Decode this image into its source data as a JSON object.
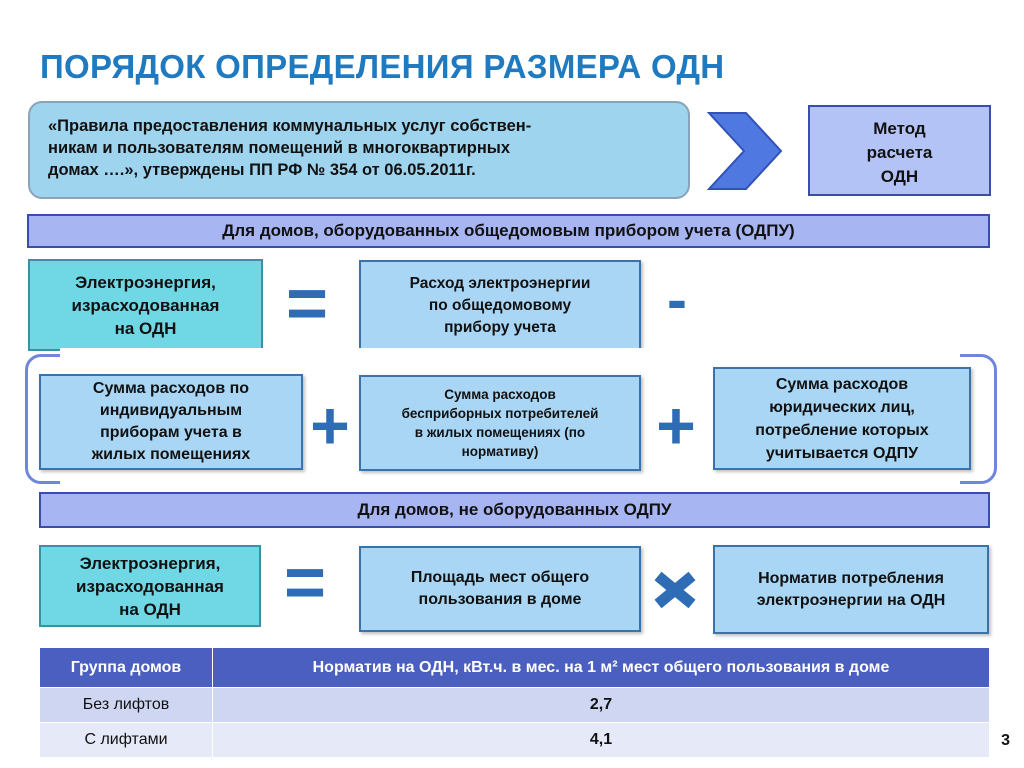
{
  "title": "ПОРЯДОК ОПРЕДЕЛЕНИЯ РАЗМЕРА ОДН",
  "source_note": {
    "line1": "«Правила предоставления коммунальных услуг собствен-",
    "line2": "никам и пользователям помещений в многоквартирных",
    "line3": "домах ….», утверждены  ПП РФ № 354  от 06.05.2011г."
  },
  "method": {
    "line1": "Метод",
    "line2": "расчета",
    "line3": "ОДН"
  },
  "section_odpu": "Для домов, оборудованных общедомовым прибором учета (ОДПУ)",
  "formula_odpu": {
    "lhs": {
      "line1": "Электроэнергия,",
      "line2": "израсходованная",
      "line3": "на ОДН"
    },
    "eq": "=",
    "meter": {
      "line1": "Расход электроэнергии",
      "line2": "по общедомовому",
      "line3": "прибору учета"
    },
    "minus": "-",
    "term1": {
      "line1": "Сумма расходов по",
      "line2": "индивидуальным",
      "line3": "приборам учета в",
      "line4": "жилых помещениях"
    },
    "plus1": "+",
    "term2": {
      "line1": "Сумма расходов",
      "line2": "бесприборных потребителей",
      "line3": "в жилых помещениях (по",
      "line4": "нормативу)"
    },
    "plus2": "+",
    "term3": {
      "line1": "Сумма расходов",
      "line2": "юридических лиц,",
      "line3": "потребление которых",
      "line4": "учитывается ОДПУ"
    }
  },
  "section_no_odpu": "Для домов, не оборудованных ОДПУ",
  "formula_no_odpu": {
    "lhs": {
      "line1": "Электроэнергия,",
      "line2": "израсходованная",
      "line3": "на ОДН"
    },
    "eq": "=",
    "area": {
      "line1": "Площадь мест общего",
      "line2": "пользования в доме"
    },
    "norm": {
      "line1": "Норматив потребления",
      "line2": "электроэнергии на ОДН"
    }
  },
  "table": {
    "headers": [
      "Группа домов",
      "Норматив на ОДН, кВт.ч. в мес. на 1 м² мест общего пользования в доме"
    ],
    "rows": [
      [
        "Без лифтов",
        "2,7"
      ],
      [
        "С лифтами",
        "4,1"
      ]
    ]
  },
  "page_number": "3",
  "colors": {
    "title": "#1f7ac0",
    "operator": "#2e6db5",
    "arrow": "#4f79e0",
    "table_header": "#4a5fbf"
  },
  "icons": [
    "chevron-right-arrow",
    "multiply-cross"
  ]
}
